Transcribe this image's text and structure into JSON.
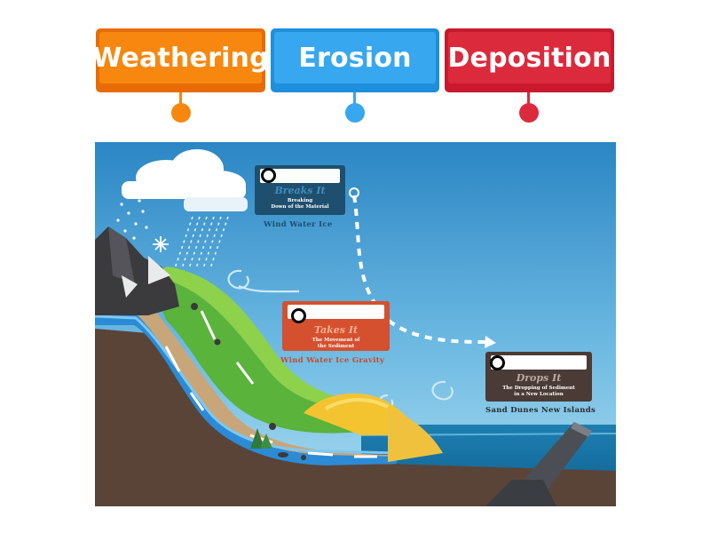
{
  "tiles": [
    {
      "label": "Weathering",
      "color": "#f7870e"
    },
    {
      "label": "Erosion",
      "color": "#37a7ef"
    },
    {
      "label": "Deposition",
      "color": "#dc2a3d"
    }
  ],
  "boxes": {
    "weathering": {
      "title": "Breaks It",
      "desc1": "Breaking",
      "desc2": "Down of the Material",
      "caption": "Wind  Water  Ice",
      "color": "#1f4f6e"
    },
    "erosion": {
      "title": "Takes It",
      "desc1": "The Movement of",
      "desc2": "the Sediment",
      "caption": "Wind  Water  Ice  Gravity",
      "color": "#d4502f"
    },
    "deposition": {
      "title": "Drops It",
      "desc1": "The Dropping of Sediment",
      "desc2": "in a New Location",
      "caption": "Sand Dunes  New Islands",
      "color": "#4a3b36"
    }
  }
}
